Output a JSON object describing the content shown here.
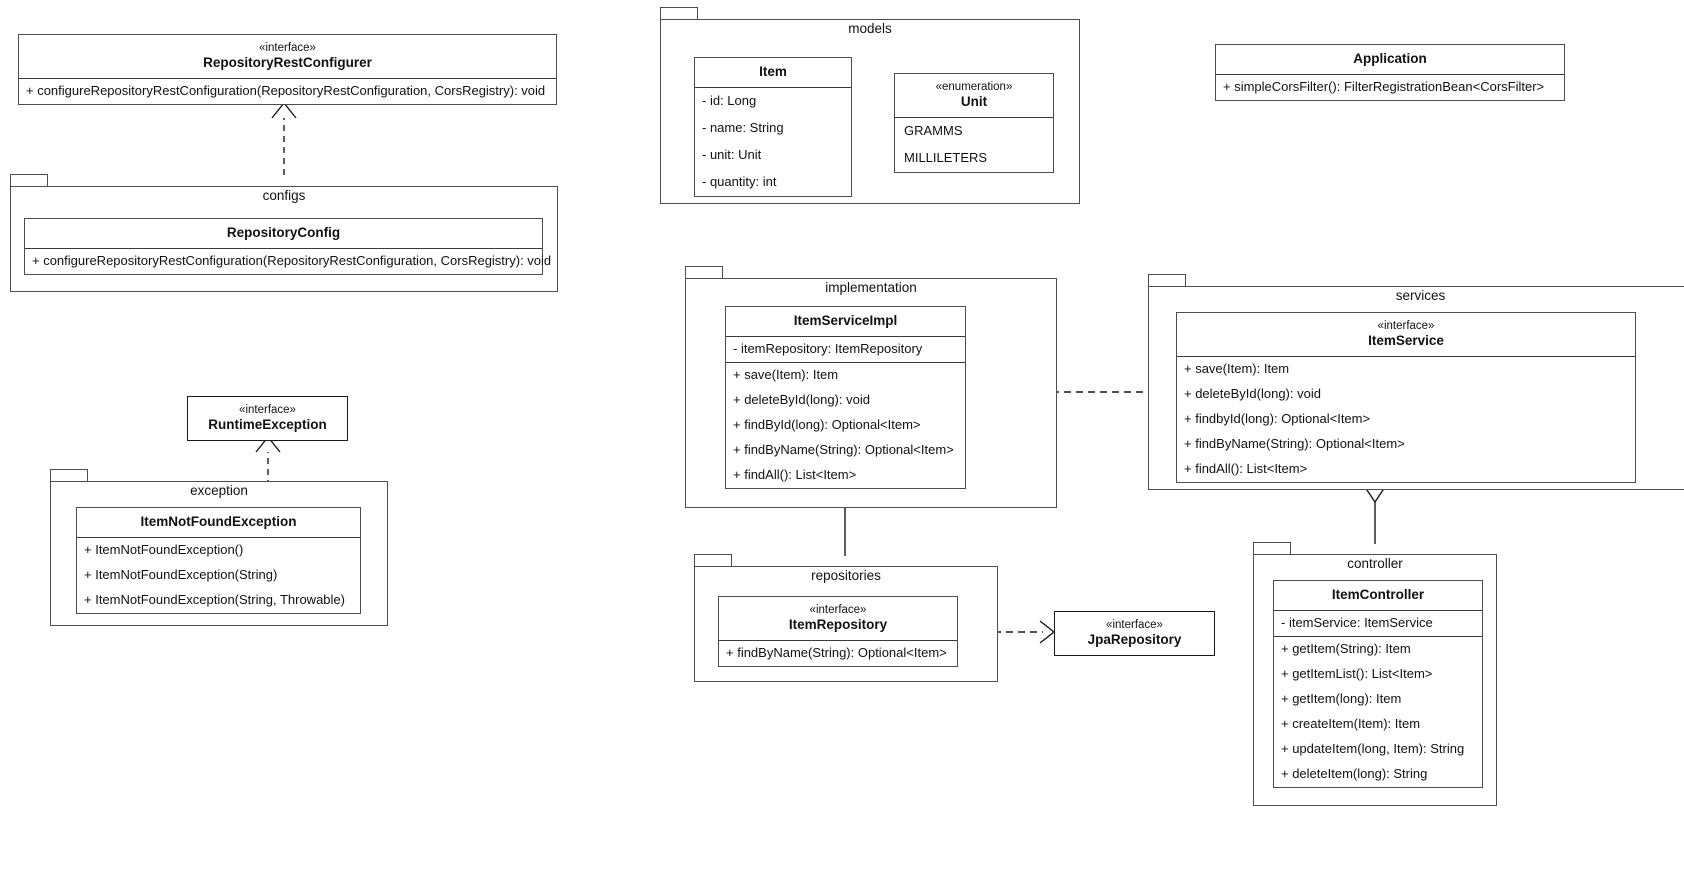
{
  "diagram": {
    "type": "uml-class-diagram",
    "stereotype_interface": "«interface»",
    "stereotype_enumeration": "«enumeration»",
    "colors": {
      "line": "#4d4d4d",
      "text": "#111111",
      "background": "#ffffff"
    }
  },
  "nodes": {
    "repository_rest_configurer": {
      "stereotype": "«interface»",
      "name": "RepositoryRestConfigurer",
      "methods": [
        "+ configureRepositoryRestConfiguration(RepositoryRestConfiguration, CorsRegistry): void"
      ]
    },
    "configs_package": {
      "title": "configs",
      "classes": {
        "repository_config": {
          "name": "RepositoryConfig",
          "methods": [
            "+ configureRepositoryRestConfiguration(RepositoryRestConfiguration, CorsRegistry): void"
          ]
        }
      }
    },
    "models_package": {
      "title": "models",
      "classes": {
        "item": {
          "name": "Item",
          "attributes": [
            "- id: Long",
            "- name: String",
            "- unit: Unit",
            "- quantity: int"
          ]
        },
        "unit": {
          "stereotype": "«enumeration»",
          "name": "Unit",
          "literals": [
            "GRAMMS",
            "MILLILETERS"
          ]
        }
      }
    },
    "application": {
      "name": "Application",
      "methods": [
        "+ simpleCorsFilter(): FilterRegistrationBean<CorsFilter>"
      ]
    },
    "runtime_exception": {
      "stereotype": "«interface»",
      "name": "RuntimeException"
    },
    "exception_package": {
      "title": "exception",
      "classes": {
        "item_not_found_exception": {
          "name": "ItemNotFoundException",
          "methods": [
            "+ ItemNotFoundException()",
            "+ ItemNotFoundException(String)",
            "+ ItemNotFoundException(String, Throwable)"
          ]
        }
      }
    },
    "implementation_package": {
      "title": "implementation",
      "classes": {
        "item_service_impl": {
          "name": "ItemServiceImpl",
          "attributes": [
            "- itemRepository: ItemRepository"
          ],
          "methods": [
            "+ save(Item): Item",
            "+ deleteById(long): void",
            "+ findById(long): Optional<Item>",
            "+ findByName(String): Optional<Item>",
            "+ findAll(): List<Item>"
          ]
        }
      }
    },
    "services_package": {
      "title": "services",
      "classes": {
        "item_service": {
          "stereotype": "«interface»",
          "name": "ItemService",
          "methods": [
            "+ save(Item): Item",
            "+ deleteById(long): void",
            "+ findbyId(long): Optional<Item>",
            "+ findByName(String): Optional<Item>",
            "+ findAll(): List<Item>"
          ]
        }
      }
    },
    "repositories_package": {
      "title": "repositories",
      "classes": {
        "item_repository": {
          "stereotype": "«interface»",
          "name": "ItemRepository",
          "methods": [
            "+ findByName(String): Optional<Item>"
          ]
        }
      }
    },
    "jpa_repository": {
      "stereotype": "«interface»",
      "name": "JpaRepository"
    },
    "controller_package": {
      "title": "controller",
      "classes": {
        "item_controller": {
          "name": "ItemController",
          "attributes": [
            "- itemService: ItemService"
          ],
          "methods": [
            "+ getItem(String): Item",
            "+ getItemList(): List<Item>",
            "+ getItem(long): Item",
            "+ createItem(Item): Item",
            "+ updateItem(long, Item): String",
            "+ deleteItem(long): String"
          ]
        }
      }
    }
  },
  "relationships": [
    {
      "id": "rel-config-realizes",
      "from": "RepositoryConfig",
      "to": "RepositoryRestConfigurer",
      "kind": "realization"
    },
    {
      "id": "rel-item-unit",
      "from": "Item",
      "to": "Unit",
      "kind": "aggregation"
    },
    {
      "id": "rel-exception-realizes",
      "from": "ItemNotFoundException",
      "to": "RuntimeException",
      "kind": "realization"
    },
    {
      "id": "rel-impl-service",
      "from": "ItemServiceImpl",
      "to": "ItemService",
      "kind": "realization"
    },
    {
      "id": "rel-impl-repositories",
      "from": "ItemServiceImpl",
      "to": "repositories",
      "kind": "aggregation"
    },
    {
      "id": "rel-repo-jpa",
      "from": "ItemRepository",
      "to": "JpaRepository",
      "kind": "realization"
    },
    {
      "id": "rel-services-controller",
      "from": "services",
      "to": "controller",
      "kind": "aggregation"
    }
  ]
}
